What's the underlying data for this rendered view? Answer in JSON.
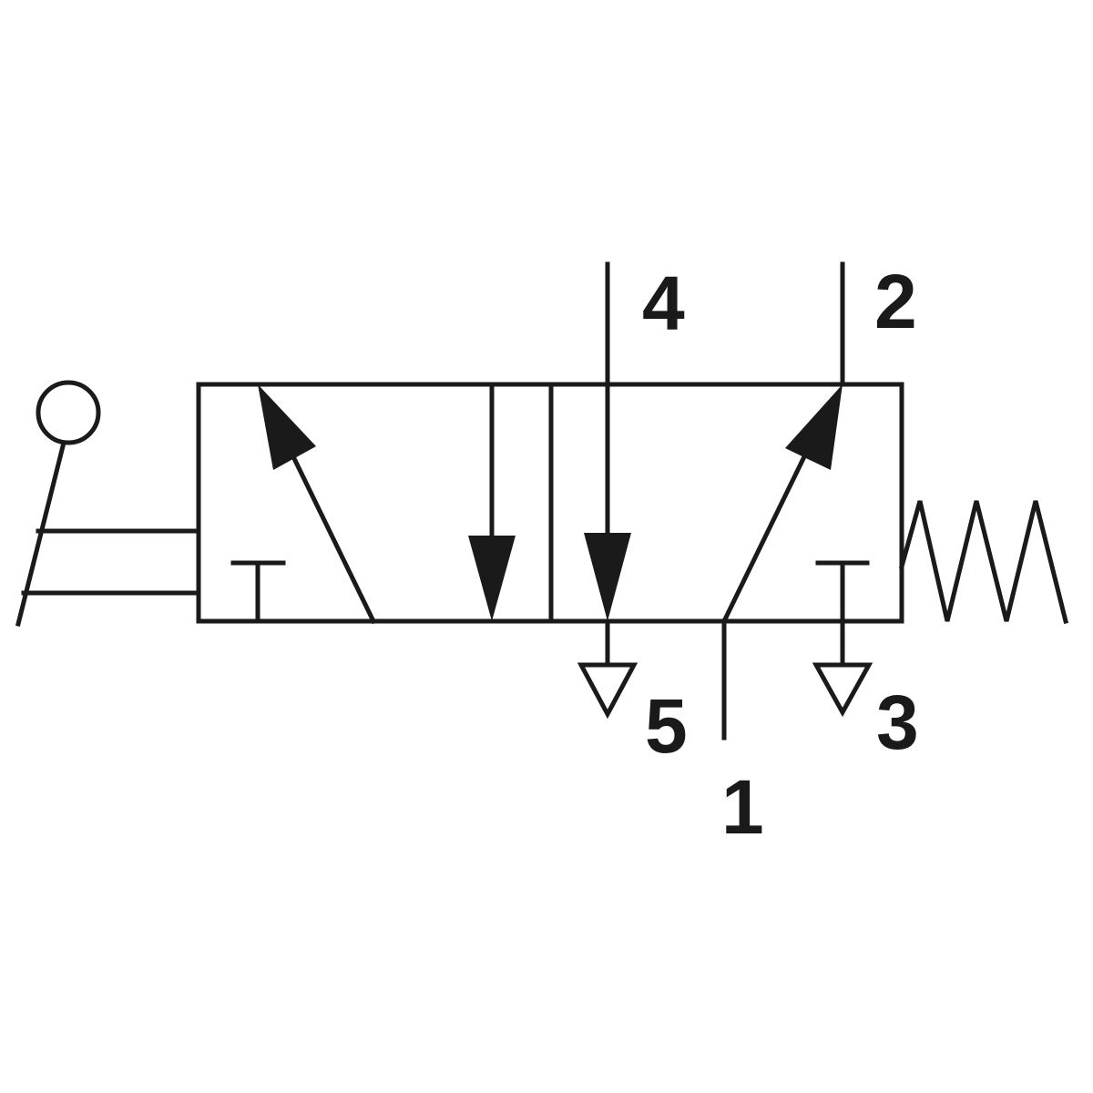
{
  "diagram": {
    "ports": {
      "p1": "1",
      "p2": "2",
      "p3": "3",
      "p4": "4",
      "p5": "5"
    },
    "colors": {
      "line": "#1a1a1a",
      "background": "#ffffff"
    }
  }
}
